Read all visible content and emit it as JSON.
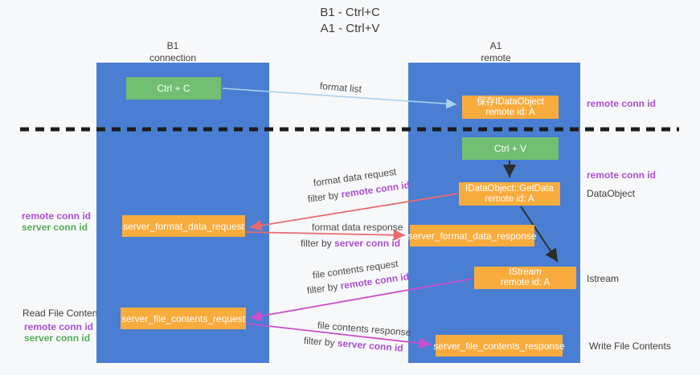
{
  "title": {
    "line1": "B1 - Ctrl+C",
    "line2": "A1 - Ctrl+V"
  },
  "lanes": {
    "left": {
      "name": "B1",
      "subtitle": "connection"
    },
    "right": {
      "name": "A1",
      "subtitle": "remote"
    }
  },
  "nodes": {
    "ctrl_c": {
      "label": "Ctrl + C"
    },
    "save_dataobject": {
      "line1": "保存IDataObject",
      "line2": "remote id: A"
    },
    "ctrl_v": {
      "label": "Ctrl + V"
    },
    "getdata": {
      "line1": "IDataObject::GetData",
      "line2": "remote id: A"
    },
    "format_request": {
      "label": "server_format_data_request"
    },
    "format_response": {
      "label": "server_format_data_response"
    },
    "istream": {
      "line1": "IStream",
      "line2": "remote id: A"
    },
    "file_request": {
      "label": "server_file_contents_request"
    },
    "file_response": {
      "label": "server_file_contents_response"
    }
  },
  "side_labels": {
    "remote_conn_top": "remote conn id",
    "remote_conn_mid": "remote conn id",
    "dataobject": "DataObject",
    "istream": "Istream",
    "write_file": "Write File Contents",
    "read_file": "Read File Contents",
    "format_remote": "remote conn id",
    "format_server": "server conn id",
    "file_remote": "remote conn id",
    "file_server": "server conn id"
  },
  "edge_labels": {
    "format_list": "format list",
    "format_request": {
      "text": "format data request",
      "filter_prefix": "filter by ",
      "filter_key": "remote conn id"
    },
    "format_response": {
      "text": "format data response",
      "filter_prefix": "filter by ",
      "filter_key": "server conn id"
    },
    "file_request": {
      "text": "file contents request",
      "filter_prefix": "filter by ",
      "filter_key": "remote conn id"
    },
    "file_response": {
      "text": "file contents response",
      "filter_prefix": "filter by ",
      "filter_key": "server conn id"
    }
  },
  "colors": {
    "lane_blue": "#4a7ed2",
    "box_green": "#71bf72",
    "box_orange": "#f9ac3e",
    "purple_text": "#ab4fd0",
    "green_text": "#53ae58",
    "arrow_blue": "#a9d3ef",
    "arrow_red": "#ea6a6e",
    "arrow_magenta": "#cb4fcb",
    "arrow_black": "#2d2d2d"
  }
}
